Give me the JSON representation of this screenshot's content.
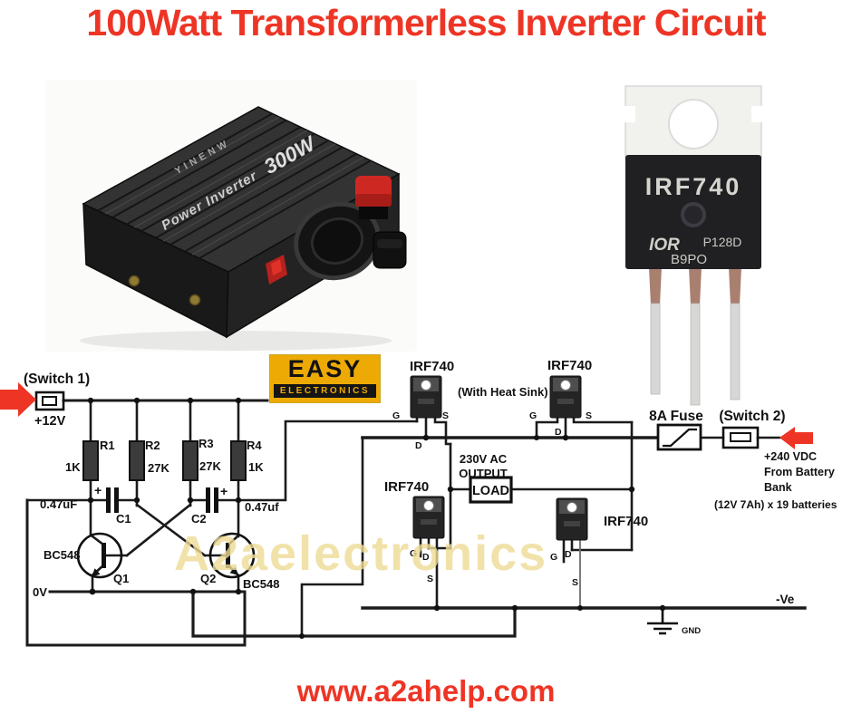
{
  "title": "100Watt Transformerless Inverter Circuit",
  "footer": "www.a2ahelp.com",
  "watermark": "A2aelectronics",
  "colors": {
    "accent_red": "#ee3525",
    "logo_yellow": "#edaa05",
    "watermark_yellow": "#eedc96"
  },
  "logo": {
    "line1": "EASY",
    "line2": "ELECTRONICS"
  },
  "inverter_photo": {
    "brand": "YINENW",
    "label": "Power Inverter",
    "watts": "300W"
  },
  "transistor_photo": {
    "part": "IRF740",
    "maker": "IOR",
    "code1": "P128D",
    "code2": "B9PO"
  },
  "pins": {
    "g": "G",
    "s": "S",
    "d": "D"
  },
  "schematic": {
    "switch1": "(Switch 1)",
    "v12": "+12V",
    "r1": "R1",
    "r1_val": "1K",
    "r2": "R2",
    "r2_val": "27K",
    "r3": "R3",
    "r3_val": "27K",
    "r4": "R4",
    "r4_val": "1K",
    "c1": "C1",
    "c2": "C2",
    "c_left_val": "0.47uF",
    "c_right_val": "0.47uf",
    "plus": "+",
    "q1": "Q1",
    "q2": "Q2",
    "q1_part": "BC548",
    "q2_part": "BC548",
    "zero_v": "0V",
    "mosfet": "IRF740",
    "heatsink_note": "(With Heat Sink)",
    "output_line1": "230V AC",
    "output_line2": "OUTPUT",
    "load": "LOAD",
    "fuse": "8A Fuse",
    "switch2": "(Switch 2)",
    "battery_line1": "+240 VDC",
    "battery_line2": "From Battery",
    "battery_line3": "Bank",
    "battery_line4": "(12V 7Ah) x 19 batteries",
    "neg_ve": "-Ve",
    "gnd": "GND"
  }
}
